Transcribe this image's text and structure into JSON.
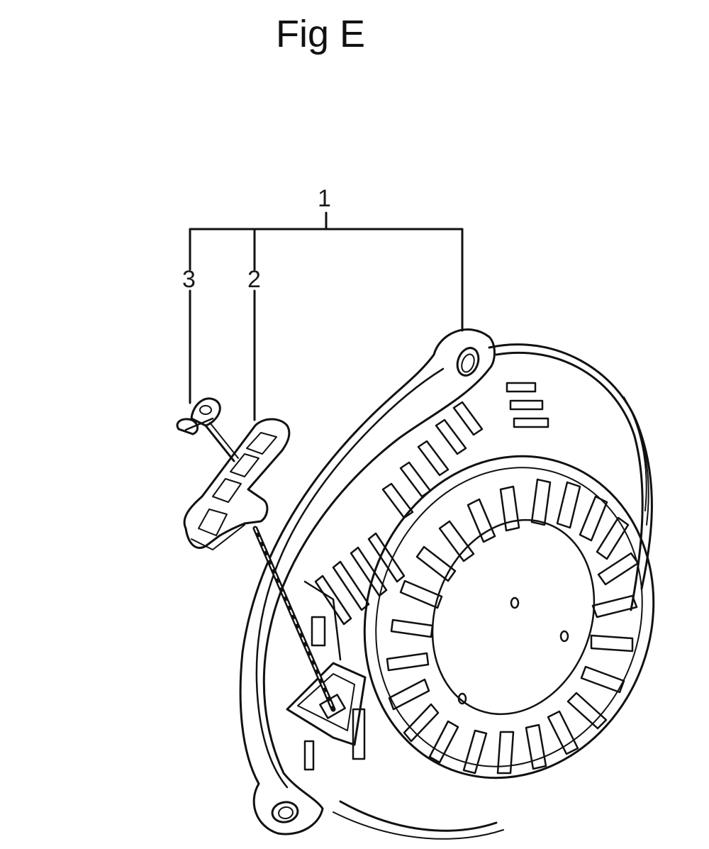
{
  "figure": {
    "title": "Fig E"
  },
  "callouts": {
    "assembly": "1",
    "handle": "2",
    "rope": "3"
  }
}
